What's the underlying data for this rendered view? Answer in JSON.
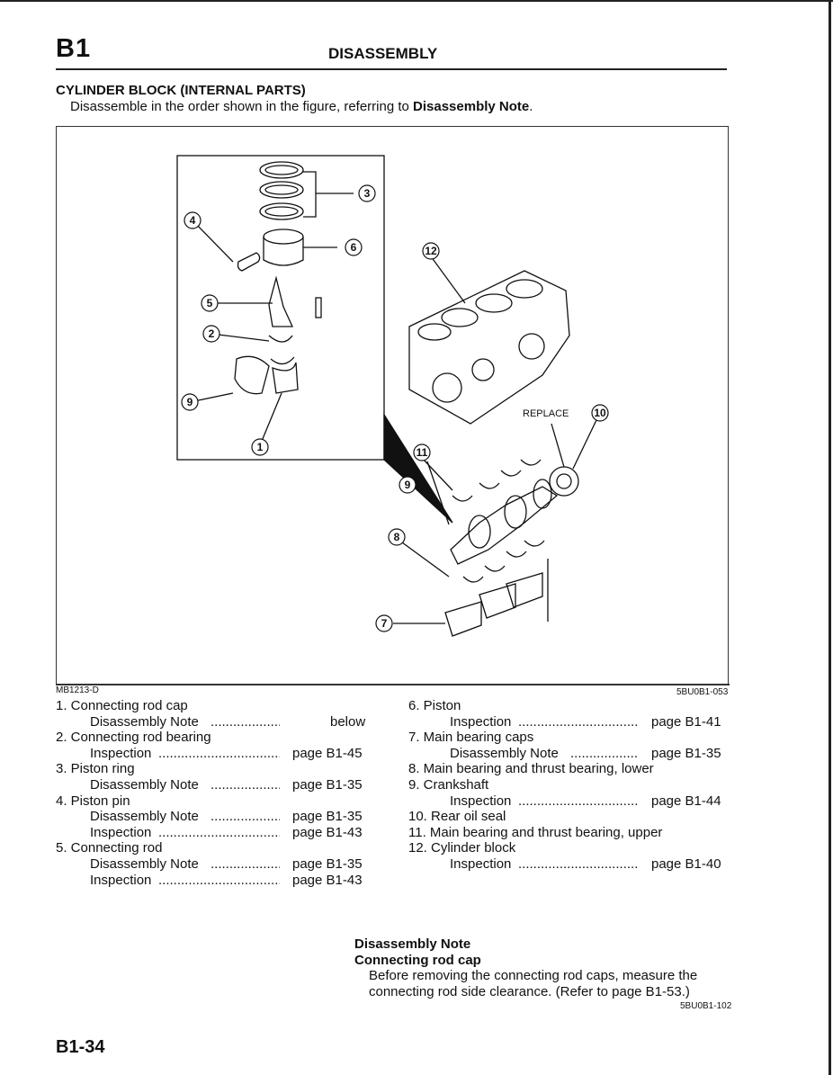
{
  "header": {
    "section_id": "B1",
    "title": "DISASSEMBLY"
  },
  "section": {
    "title": "CYLINDER BLOCK (INTERNAL PARTS)",
    "intro_prefix": "Disassemble in the order shown in the figure, referring to ",
    "intro_bold": "Disassembly Note",
    "intro_suffix": "."
  },
  "figure": {
    "code_left": "MB1213-D",
    "code_right": "5BU0B1-053",
    "replace_label": "REPLACE",
    "callouts": [
      "1",
      "2",
      "3",
      "4",
      "5",
      "6",
      "7",
      "8",
      "9",
      "9",
      "10",
      "11",
      "12"
    ]
  },
  "parts_left": [
    {
      "title": "1. Connecting rod cap",
      "subs": [
        {
          "label": "Disassembly Note",
          "ref": "below"
        }
      ]
    },
    {
      "title": "2. Connecting rod bearing",
      "subs": [
        {
          "label": "Inspection",
          "ref": "page B1-45"
        }
      ]
    },
    {
      "title": "3. Piston ring",
      "subs": [
        {
          "label": "Disassembly Note",
          "ref": "page B1-35"
        }
      ]
    },
    {
      "title": "4. Piston pin",
      "subs": [
        {
          "label": "Disassembly Note",
          "ref": "page B1-35"
        },
        {
          "label": "Inspection",
          "ref": "page B1-43"
        }
      ]
    },
    {
      "title": "5. Connecting rod",
      "subs": [
        {
          "label": "Disassembly Note",
          "ref": "page B1-35"
        },
        {
          "label": "Inspection",
          "ref": "page B1-43"
        }
      ]
    }
  ],
  "parts_right": [
    {
      "title": "6. Piston",
      "subs": [
        {
          "label": "Inspection",
          "ref": "page B1-41"
        }
      ]
    },
    {
      "title": "7. Main bearing caps",
      "subs": [
        {
          "label": "Disassembly Note",
          "ref": "page B1-35"
        }
      ]
    },
    {
      "title": "8. Main bearing and thrust bearing, lower",
      "subs": []
    },
    {
      "title": "9. Crankshaft",
      "subs": [
        {
          "label": "Inspection",
          "ref": "page B1-44"
        }
      ]
    },
    {
      "title": "10. Rear oil seal",
      "subs": []
    },
    {
      "title": "11. Main bearing and thrust bearing, upper",
      "subs": []
    },
    {
      "title": "12. Cylinder block",
      "subs": [
        {
          "label": "Inspection",
          "ref": "page B1-40"
        }
      ]
    }
  ],
  "note": {
    "heading": "Disassembly Note",
    "subheading": "Connecting rod cap",
    "body": "Before removing the connecting rod caps, measure the connecting rod side clearance. (Refer to page B1-53.)",
    "code": "5BU0B1-102"
  },
  "footer": {
    "page_number": "B1-34"
  }
}
